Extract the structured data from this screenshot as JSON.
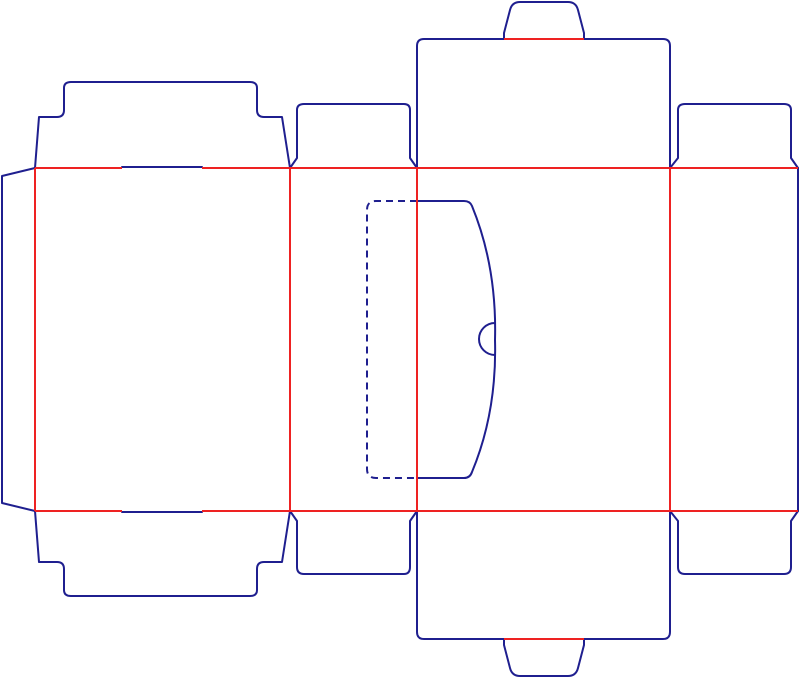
{
  "diagram": {
    "type": "packaging-dieline",
    "colors": {
      "cut_line": "#1f1f8f",
      "fold_line": "#ee2222",
      "perforation": "#1f1f8f",
      "background": "#ffffff"
    },
    "line_styles": {
      "cut_line": "solid",
      "fold_line": "solid",
      "perforation": "dashed"
    },
    "labels": []
  }
}
